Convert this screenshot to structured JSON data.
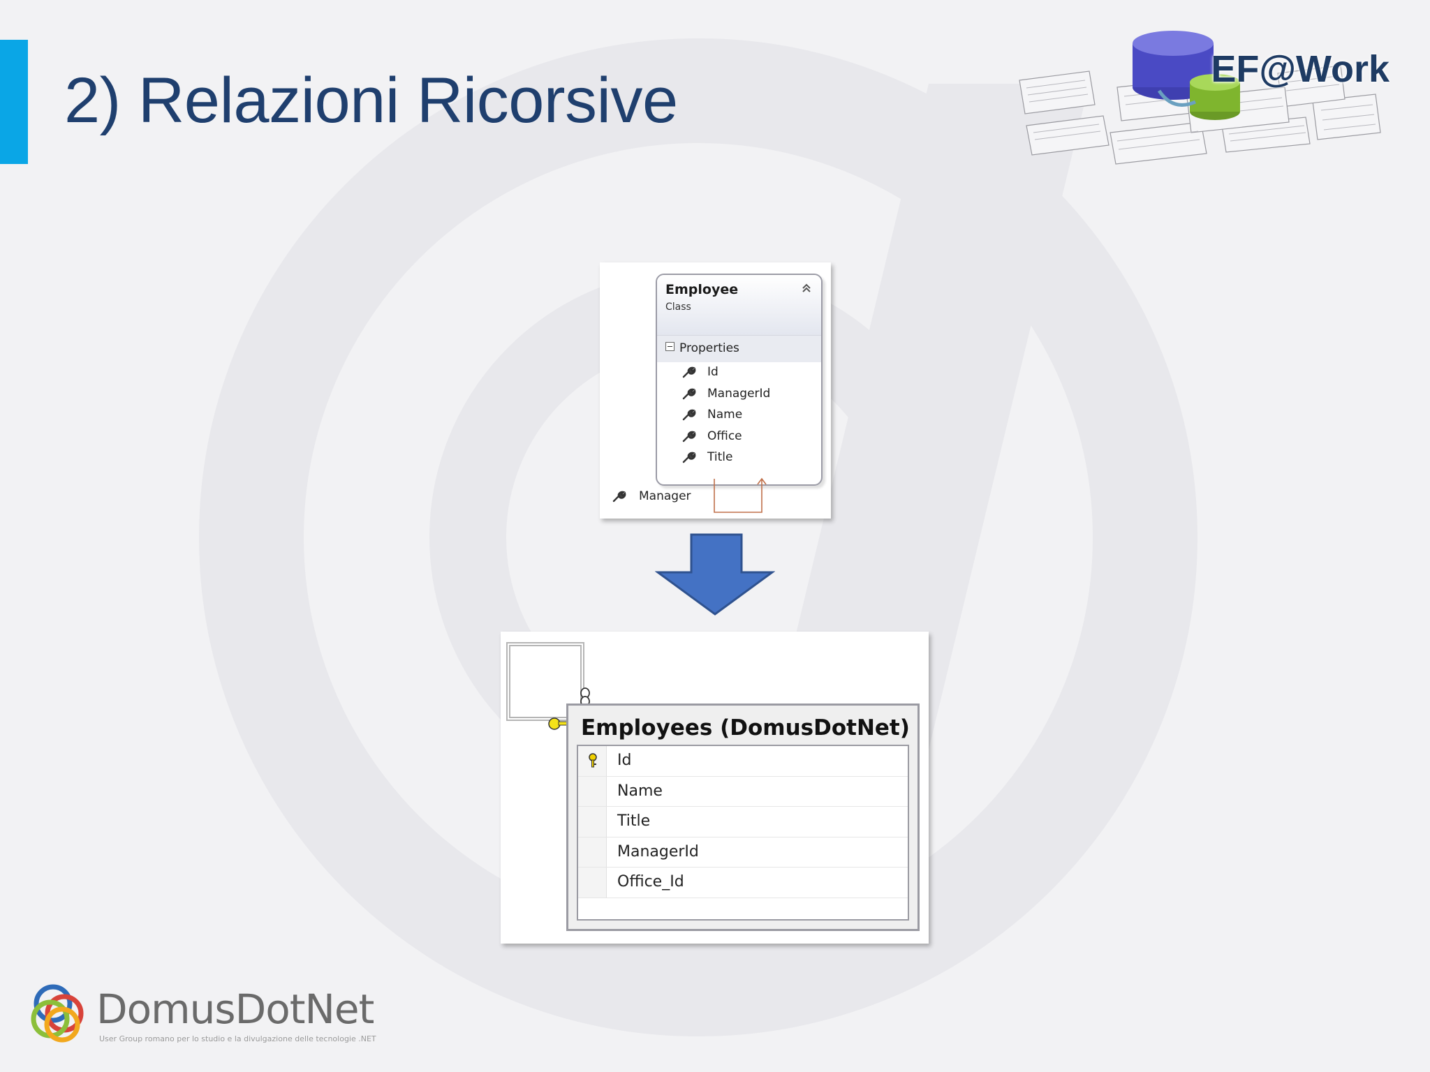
{
  "slide": {
    "title": "2) Relazioni Ricorsive",
    "accent_color": "#0aa6e6",
    "title_color": "#1f3f6e"
  },
  "brand": {
    "text": "EF@Work",
    "icon": "database-diagram-icon"
  },
  "class_diagram": {
    "name": "Employee",
    "kind": "Class",
    "compartment": "Properties",
    "properties": [
      "Id",
      "ManagerId",
      "Name",
      "Office",
      "Title"
    ],
    "navigation_property": "Manager",
    "collapse_icon": "double-chevron-up-icon",
    "property_icon": "wrench-icon"
  },
  "arrow": {
    "color": "#4472c4",
    "icon": "down-arrow-icon"
  },
  "db_diagram": {
    "table_title": "Employees (DomusDotNet)",
    "columns": [
      "Id",
      "Name",
      "Title",
      "ManagerId",
      "Office_Id"
    ],
    "primary_key": "Id"
  },
  "footer": {
    "name": "DomusDotNet",
    "tagline": "User Group romano per lo studio e la divulgazione delle tecnologie .NET"
  }
}
